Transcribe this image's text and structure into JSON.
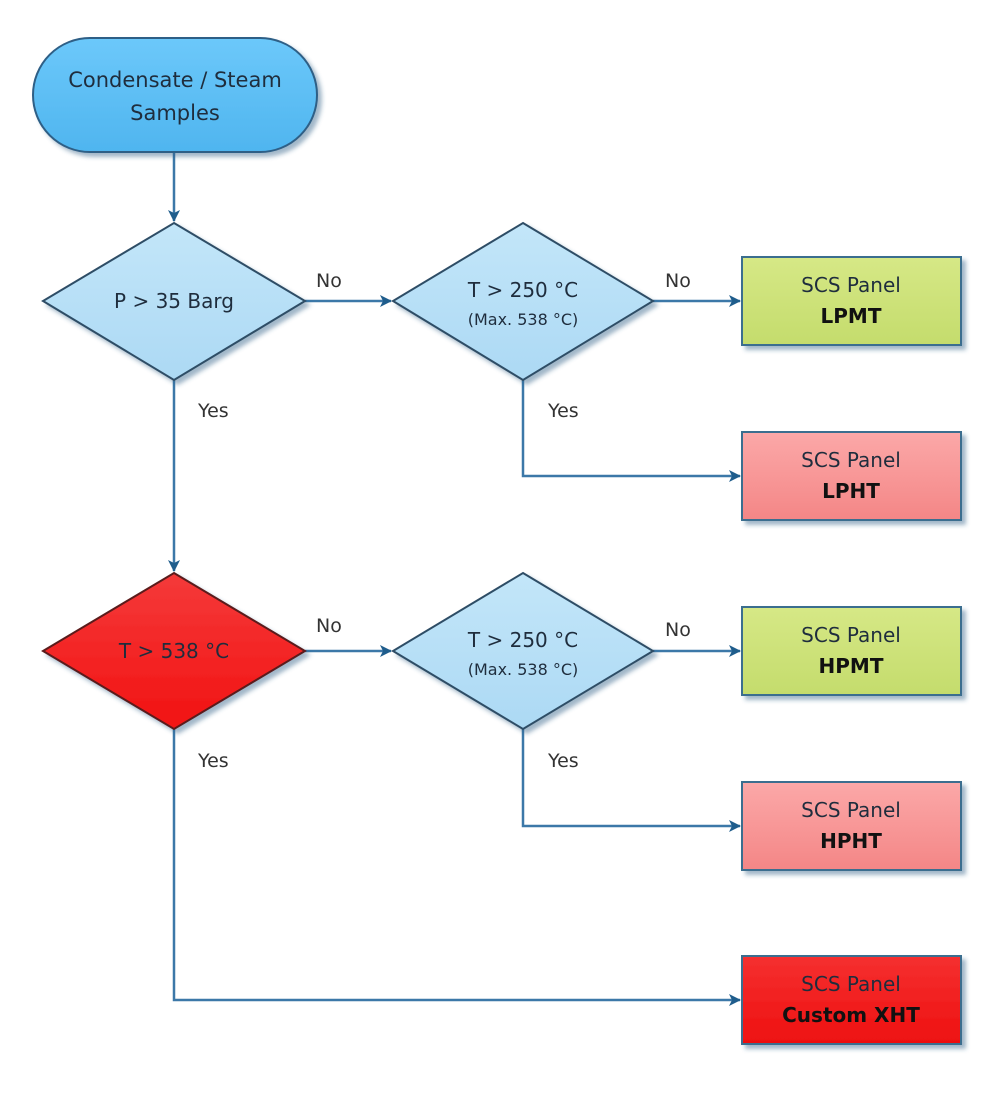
{
  "diagram": {
    "type": "flowchart",
    "colors": {
      "connector": "#3c78a8",
      "arrowhead": "#1f5d8c",
      "terminal_fill": "#5bbef5",
      "decision_fill": "#b8e0f7",
      "decision_hot_fill": "#f41f1f",
      "panel_green_fill": "#cde27a",
      "panel_pink_fill": "#f79a9a",
      "panel_red_fill": "#f21c1c",
      "outline": "#2f4e66"
    },
    "nodes": {
      "start": {
        "line1": "Condensate / Steam",
        "line2": "Samples"
      },
      "decision_pressure": {
        "line1": "P > 35 Barg"
      },
      "decision_temp_lp": {
        "line1": "T > 250 °C",
        "line2": "(Max. 538 °C)"
      },
      "decision_temp_extreme": {
        "line1": "T > 538 °C"
      },
      "decision_temp_hp": {
        "line1": "T > 250 °C",
        "line2": "(Max. 538 °C)"
      },
      "panel_lpmt": {
        "line1": "SCS Panel",
        "line2": "LPMT"
      },
      "panel_lpht": {
        "line1": "SCS Panel",
        "line2": "LPHT"
      },
      "panel_hpmt": {
        "line1": "SCS Panel",
        "line2": "HPMT"
      },
      "panel_hpht": {
        "line1": "SCS Panel",
        "line2": "HPHT"
      },
      "panel_xht": {
        "line1": "SCS Panel",
        "line2": "Custom XHT"
      }
    },
    "edges": [
      {
        "from": "start",
        "to": "decision_pressure",
        "label": ""
      },
      {
        "from": "decision_pressure",
        "to": "decision_temp_lp",
        "label": "No"
      },
      {
        "from": "decision_temp_lp",
        "to": "panel_lpmt",
        "label": "No"
      },
      {
        "from": "decision_temp_lp",
        "to": "panel_lpht",
        "label": "Yes"
      },
      {
        "from": "decision_pressure",
        "to": "decision_temp_extreme",
        "label": "Yes"
      },
      {
        "from": "decision_temp_extreme",
        "to": "decision_temp_hp",
        "label": "No"
      },
      {
        "from": "decision_temp_hp",
        "to": "panel_hpmt",
        "label": "No"
      },
      {
        "from": "decision_temp_hp",
        "to": "panel_hpht",
        "label": "Yes"
      },
      {
        "from": "decision_temp_extreme",
        "to": "panel_xht",
        "label": "Yes"
      }
    ]
  }
}
